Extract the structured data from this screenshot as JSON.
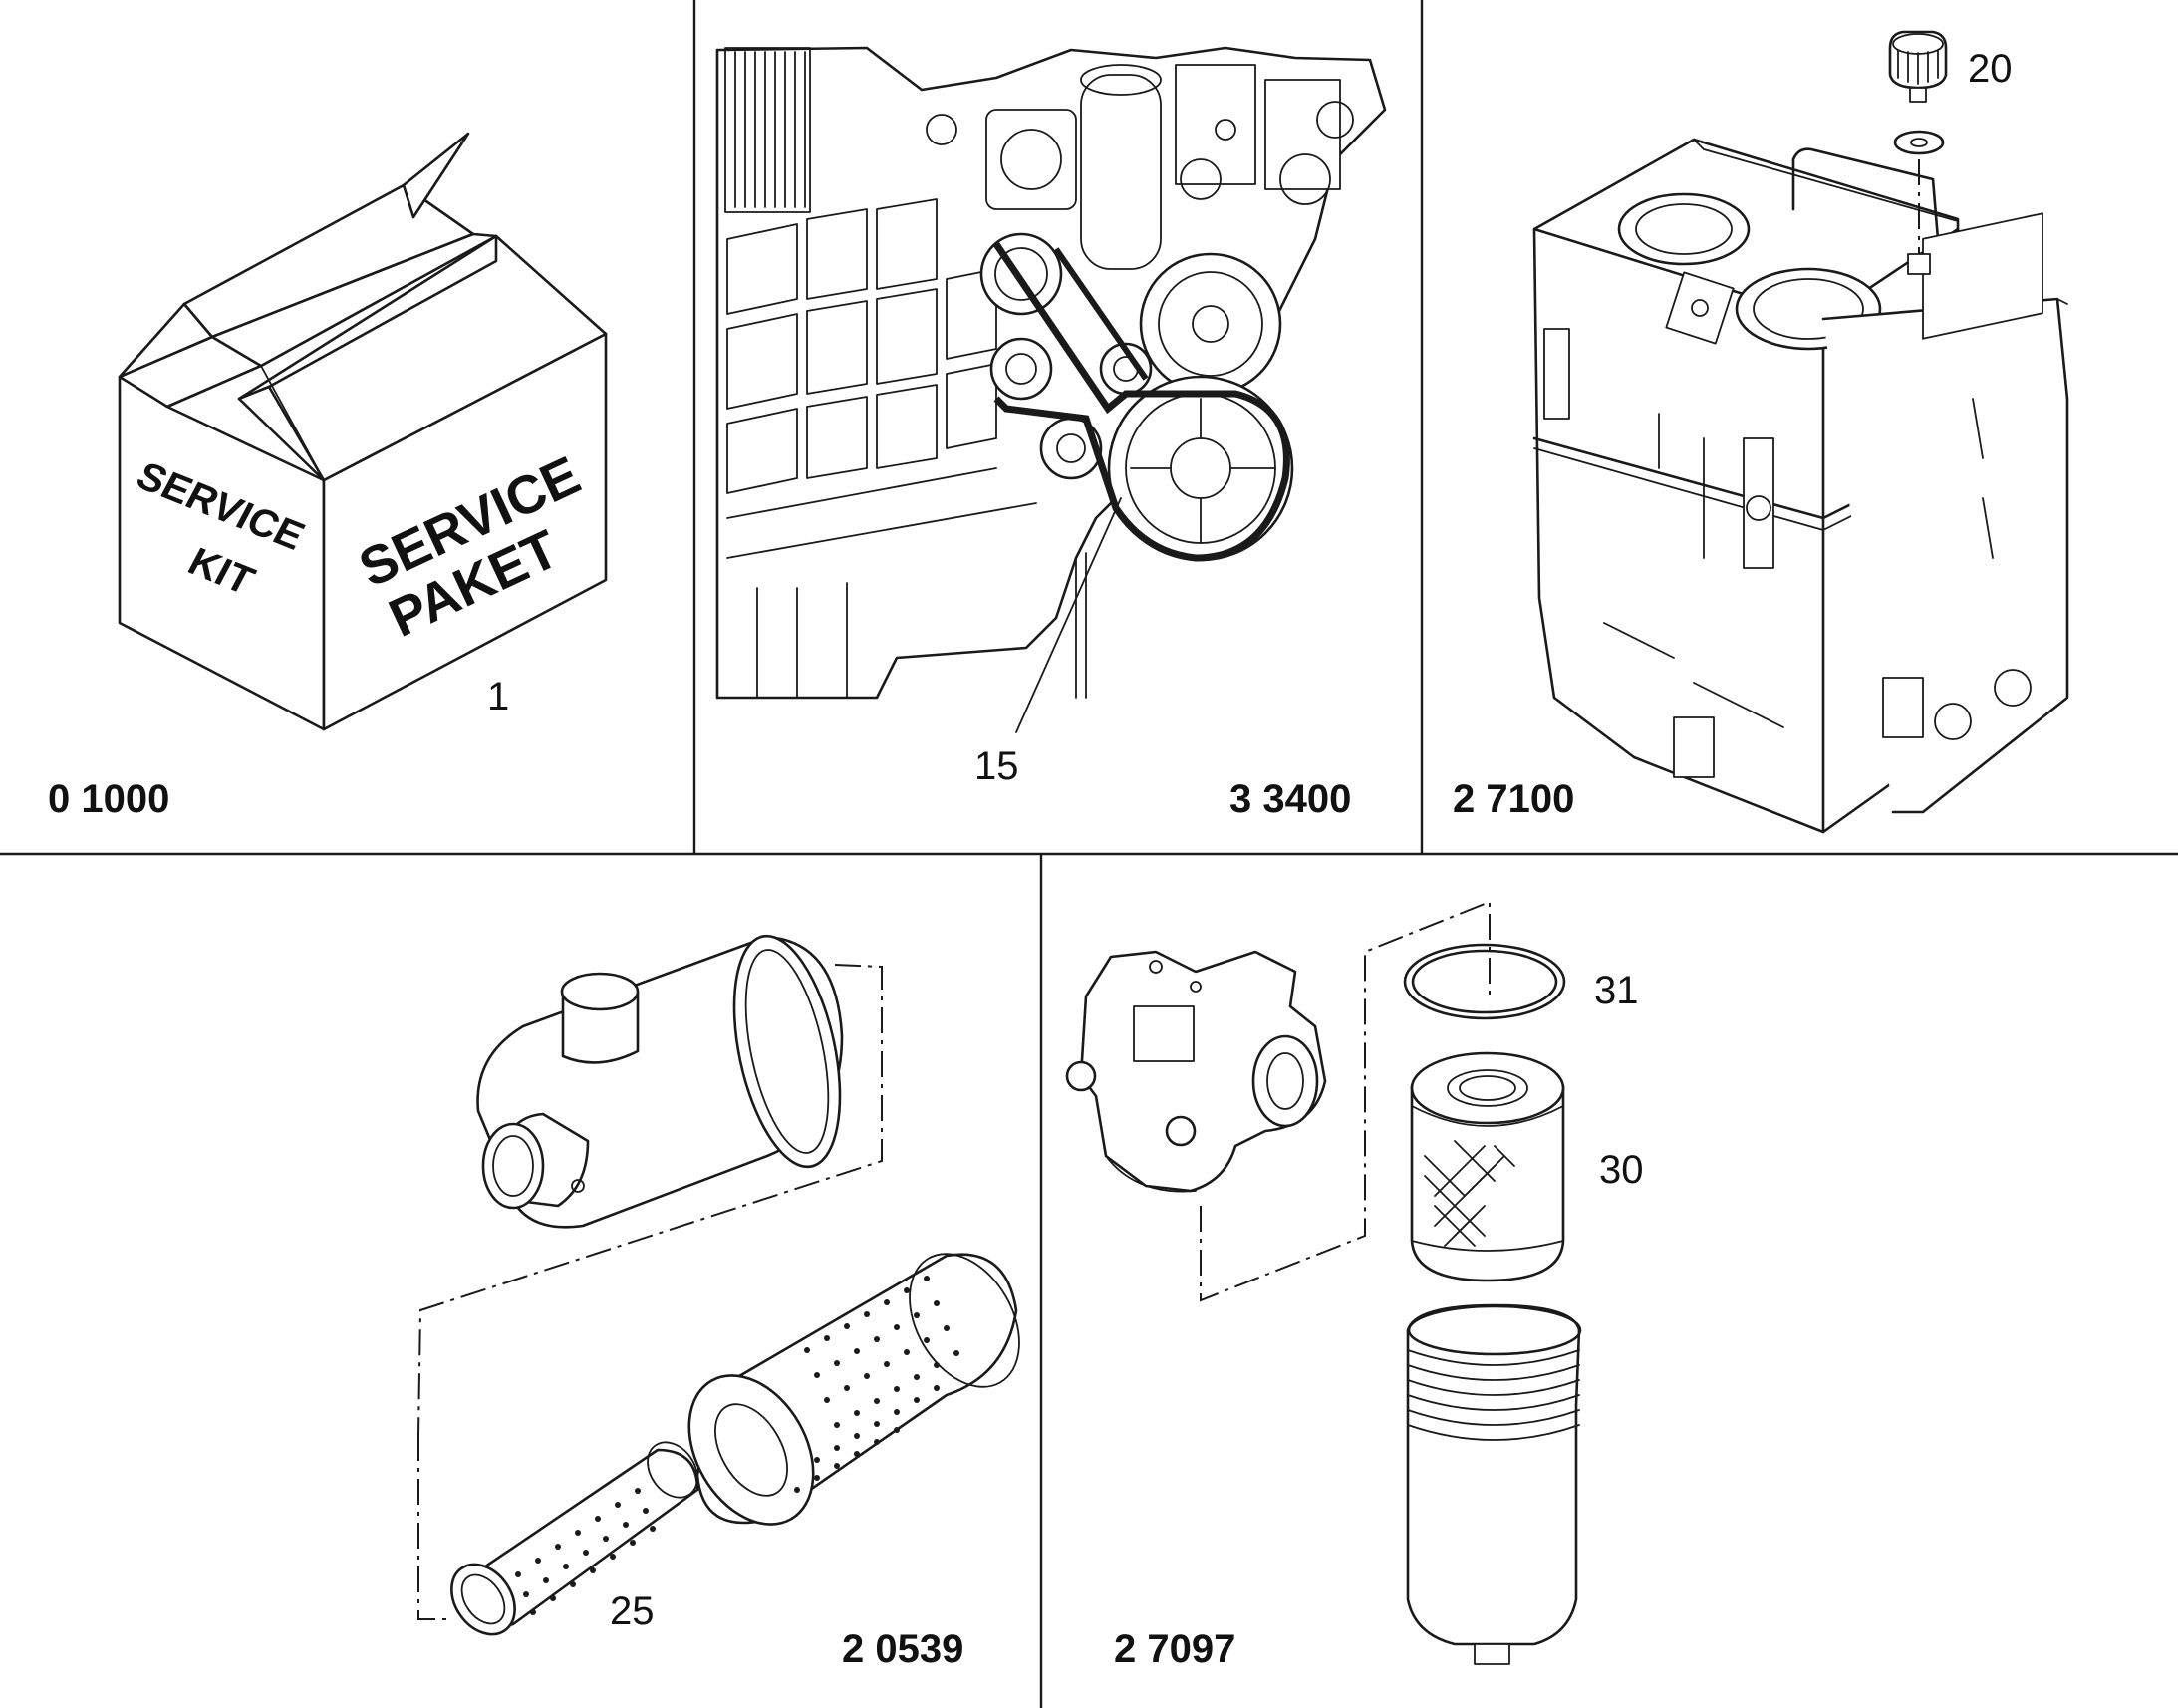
{
  "panels": [
    {
      "id": "service-kit",
      "group_code": "0 1000",
      "callouts": [
        "1"
      ],
      "box_text": [
        "SERVICE",
        "KIT",
        "SERVICE",
        "PAKET"
      ]
    },
    {
      "id": "engine-belt",
      "group_code": "3 3400",
      "callouts": [
        "15"
      ]
    },
    {
      "id": "tank",
      "group_code": "2 7100",
      "callouts": [
        "20"
      ]
    },
    {
      "id": "air-filter",
      "group_code": "2 0539",
      "callouts": [
        "25"
      ]
    },
    {
      "id": "fuel-filter",
      "group_code": "2 7097",
      "callouts": [
        "31",
        "30"
      ]
    }
  ]
}
